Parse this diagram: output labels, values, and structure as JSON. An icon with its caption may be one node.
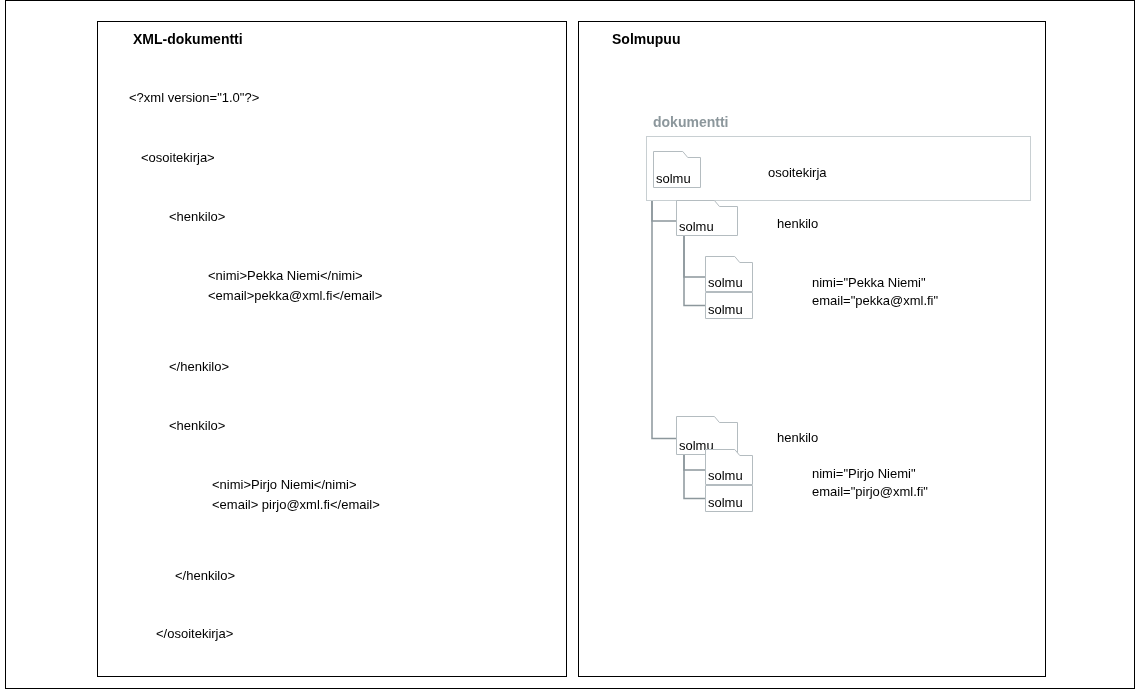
{
  "diagram": {
    "nodes": [
      {
        "text": [
          "XML-dokumentti",
          "<?xml version=\"1.0\"?>",
          "<osoitekirja>",
          "<henkilo>",
          "<nimi>Pekka Niemi</nimi>",
          "<email>pekka@xml.fi</email>",
          "</henkilo>",
          "<henkilo>",
          "<nimi>Pirjo Niemi</nimi>",
          "<email> pirjo@xml.fi</email>",
          "</henkilo>",
          "</osoitekirja>"
        ]
      },
      {
        "text": [
          "Solmupuu"
        ]
      },
      {
        "text": [
          "dokumentti"
        ],
        "in": 1
      },
      {
        "text": [
          "solmu"
        ],
        "in": 2
      },
      {
        "text": [
          "solmu"
        ],
        "in": 1,
        "beside": [
          "henkilo"
        ]
      },
      {
        "text": [
          "solmu"
        ],
        "in": 1
      },
      {
        "text": [
          "solmu"
        ],
        "in": 1
      },
      {
        "text": [
          "solmu"
        ],
        "in": 1,
        "beside": [
          "henkilo"
        ]
      },
      {
        "text": [
          "solmu"
        ],
        "in": 1
      },
      {
        "text": [
          "solmu"
        ],
        "in": 1
      }
    ],
    "labels": [
      "osoitekirja",
      "nimi=\"Pekka Niemi\"",
      "email=\"pekka@xml.fi\"",
      "nimi=\"Pirjo Niemi\"",
      "email=\"pirjo@xml.fi\""
    ],
    "edges": [
      {
        "from": 2,
        "to": 4,
        "arrow": "none"
      },
      {
        "from": 2,
        "to": 7,
        "arrow": "none"
      },
      {
        "from": 4,
        "to": 5,
        "arrow": "none"
      },
      {
        "from": 4,
        "to": 6,
        "arrow": "none"
      },
      {
        "from": 7,
        "to": 8,
        "arrow": "none"
      },
      {
        "from": 7,
        "to": 9,
        "arrow": "none"
      }
    ]
  }
}
